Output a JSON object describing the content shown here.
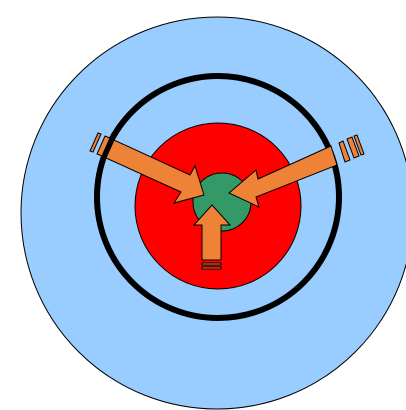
{
  "colors": {
    "background": "#ffffff",
    "outer_disc": "#99ccff",
    "ring": "#000000",
    "red_disc": "#ff0000",
    "green_core": "#339966",
    "arrow_fill": "#ee8236",
    "stroke": "#000000"
  },
  "diagram": {
    "elements": [
      {
        "name": "outer-disc",
        "shape": "circle"
      },
      {
        "name": "black-ring",
        "shape": "ring"
      },
      {
        "name": "red-disc",
        "shape": "circle"
      },
      {
        "name": "green-core",
        "shape": "circle"
      },
      {
        "name": "left-arrow",
        "shape": "block-arrow",
        "points_to": "center"
      },
      {
        "name": "right-arrow",
        "shape": "block-arrow",
        "points_to": "center"
      },
      {
        "name": "bottom-arrow",
        "shape": "block-arrow",
        "points_to": "center"
      }
    ],
    "arrow_count": 3
  }
}
